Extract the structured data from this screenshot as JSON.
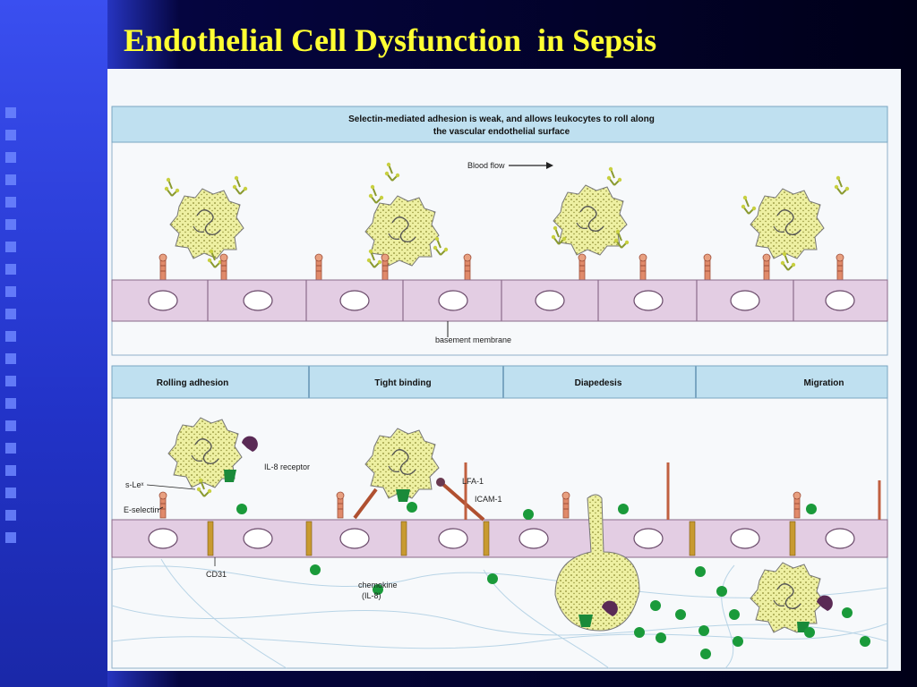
{
  "slide": {
    "title": "Endothelial Cell Dysfunction  in Sepsis"
  },
  "diagram": {
    "top_panel": {
      "banner_line1": "Selectin-mediated adhesion is weak, and allows leukocytes to roll along",
      "banner_line2": "the vascular endothelial surface",
      "blood_flow_label": "Blood flow",
      "basement_membrane_label": "basement membrane"
    },
    "bottom_panel": {
      "stages": [
        "Rolling adhesion",
        "Tight binding",
        "Diapedesis",
        "Migration"
      ],
      "labels": {
        "il8_receptor": "IL-8 receptor",
        "sle": "s-Leˣ",
        "e_selectin": "E-selectin",
        "lfa1": "LFA-1",
        "icam1": "ICAM-1",
        "cd31": "CD31",
        "chemokine_line1": "chemokine",
        "chemokine_line2": "(IL-8)"
      }
    },
    "colors": {
      "leukocyte_fill": "#eef0a2",
      "endothelium_fill": "#e3cde3",
      "nucleus_fill": "#ffffff",
      "chemokine_dot": "#1a9a3a",
      "banner_fill": "#bfe0f0",
      "receptor_purple": "#5a2a55"
    }
  }
}
